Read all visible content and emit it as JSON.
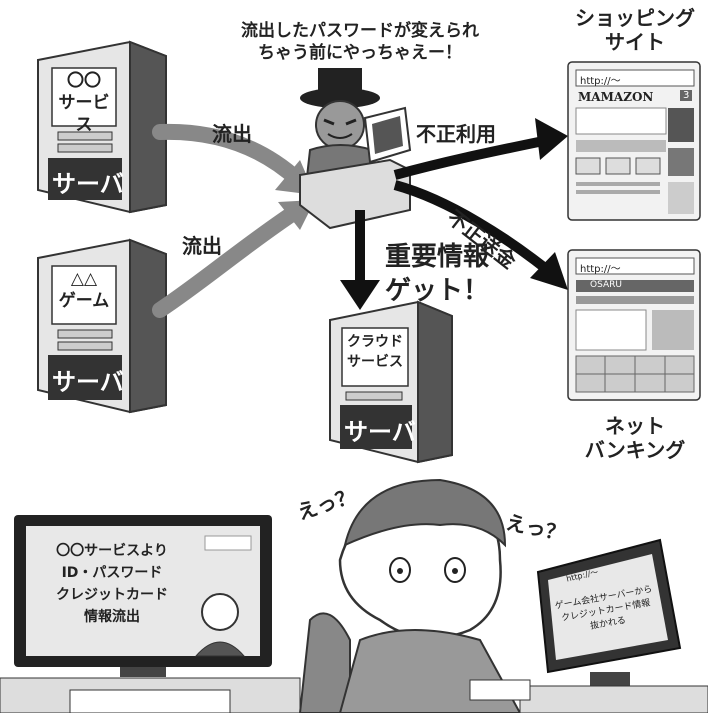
{
  "caption": {
    "line1": "流出したパスワードが変えられ",
    "line2": "ちゃう前にやっちゃえー！"
  },
  "servers": {
    "service": {
      "title_top": "〇〇",
      "title_bottom": "サービス",
      "base": "サーバ"
    },
    "game": {
      "title_top": "△△",
      "title_bottom": "ゲーム",
      "base": "サーバ"
    },
    "cloud": {
      "title_line1": "クラウド",
      "title_line2": "サービス",
      "base": "サーバ"
    }
  },
  "arrows": {
    "leak1": "流出",
    "leak2": "流出",
    "misuse": "不正利用",
    "transfer": "不正送金",
    "important_line1": "重要情報",
    "important_line2": "ゲット！"
  },
  "shopping": {
    "title_line1": "ショッピング",
    "title_line2": "サイト",
    "url": "http://～",
    "brand": "MAMAZON",
    "cart_count": "3"
  },
  "banking": {
    "title_line1": "ネット",
    "title_line2": "バンキング",
    "url": "http://～",
    "brand": "OSARU"
  },
  "tv": {
    "line1": "〇〇サービスより",
    "line2": "ID・パスワード",
    "line3": "クレジットカード",
    "line4": "情報流出"
  },
  "monitor": {
    "url": "http://～",
    "line1": "ゲーム会社サーバーから",
    "line2": "クレジットカード情報",
    "line3": "抜かれる"
  },
  "exclamations": {
    "left": "えっ？",
    "right": "えっ？"
  }
}
